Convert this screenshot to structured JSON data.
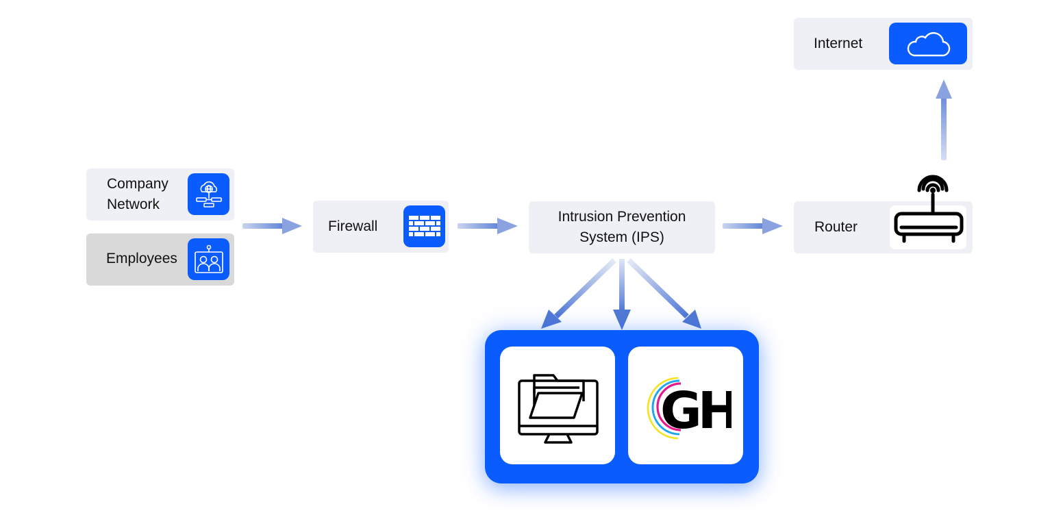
{
  "nodes": {
    "company_network": "Company\nNetwork",
    "employees": "Employees",
    "firewall": "Firewall",
    "ips": "Intrusion Prevention\nSystem (IPS)",
    "router": "Router",
    "internet": "Internet"
  },
  "icons": {
    "company_network": "cloud-network-icon",
    "employees": "employees-icon",
    "firewall": "brick-wall-icon",
    "router": "wifi-router-icon",
    "internet": "cloud-icon",
    "files": "folder-monitor-icon",
    "logo": "gh-logo-icon"
  },
  "logo_text": "GH",
  "colors": {
    "accent": "#0a5cff",
    "node_bg": "#eef0f6",
    "employees_bg": "#d9d9d9",
    "arrow": "#5b80d6"
  }
}
